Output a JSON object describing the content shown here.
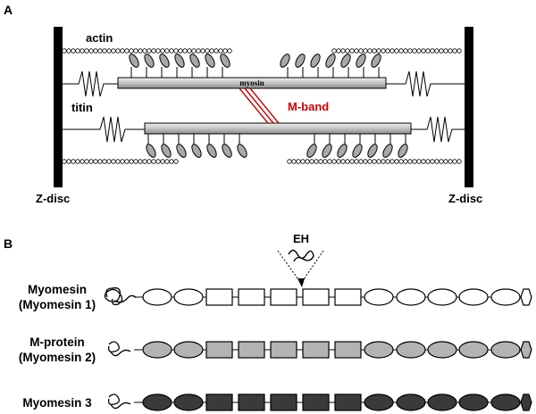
{
  "panel_a": {
    "label": "A",
    "actin_label": "actin",
    "titin_label": "titin",
    "myosin_label": "myosin",
    "mband_label": "M-band",
    "zdisc_left_label": "Z-disc",
    "zdisc_right_label": "Z-disc"
  },
  "panel_b": {
    "label": "B",
    "eh_label": "EH",
    "proteins": [
      {
        "line1": "Myomesin",
        "line2": "(Myomesin 1)",
        "fill": "#ffffff"
      },
      {
        "line1": "M-protein",
        "line2": "(Myomesin 2)",
        "fill": "#b3b3b3"
      },
      {
        "line1": "Myomesin 3",
        "line2": "",
        "fill": "#3a3a3a"
      }
    ]
  },
  "colors": {
    "mband": "#cc0000",
    "myosin_bar": "#c8c8c8",
    "myosin_head": "#a8a8a8",
    "zdisc": "#000000"
  }
}
